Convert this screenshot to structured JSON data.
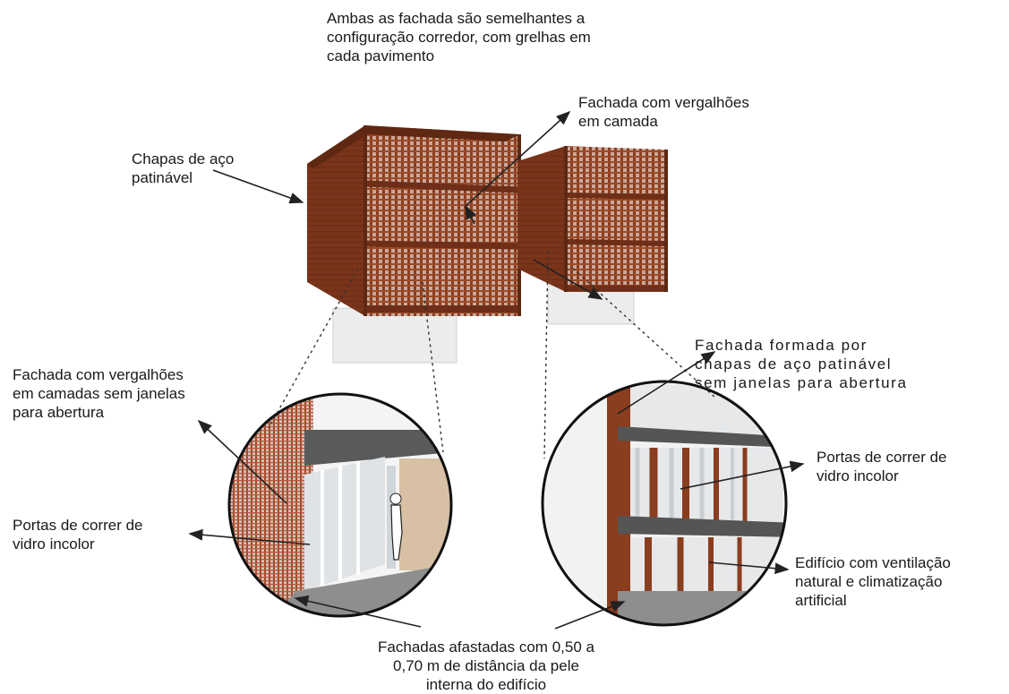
{
  "labels": {
    "top_note": "Ambas as fachada são semelhantes a\nconfiguração corredor, com grelhas em\ncada pavimento",
    "chapas": "Chapas de aço\npatinável",
    "fachada_vergalhoes": "Fachada com vergalhões\nem camada",
    "fachada_camadas": "Fachada com vergalhões\nem camadas sem janelas\npara abertura",
    "portas_left": "Portas de correr de\nvidro incolor",
    "fachada_formada": "Fachada formada por\nchapas de aço patinável\nsem janelas para abertura",
    "portas_right": "Portas de correr de\nvidro incolor",
    "edificio": "Edifício com ventilação\nnatural e climatização\nartificial",
    "fachadas_afastadas": "Fachadas afastadas com 0,50 a\n0,70 m  de distância da pele\ninterna do edifício"
  },
  "colors": {
    "rust_dark": "#6e2e17",
    "rust": "#8a3d1f",
    "rust_light": "#a85a35",
    "slab": "#5a5a5a",
    "floor": "#8e8e8e",
    "glass": "#d9dde0",
    "base": "#ececec",
    "arrow": "#222222"
  }
}
